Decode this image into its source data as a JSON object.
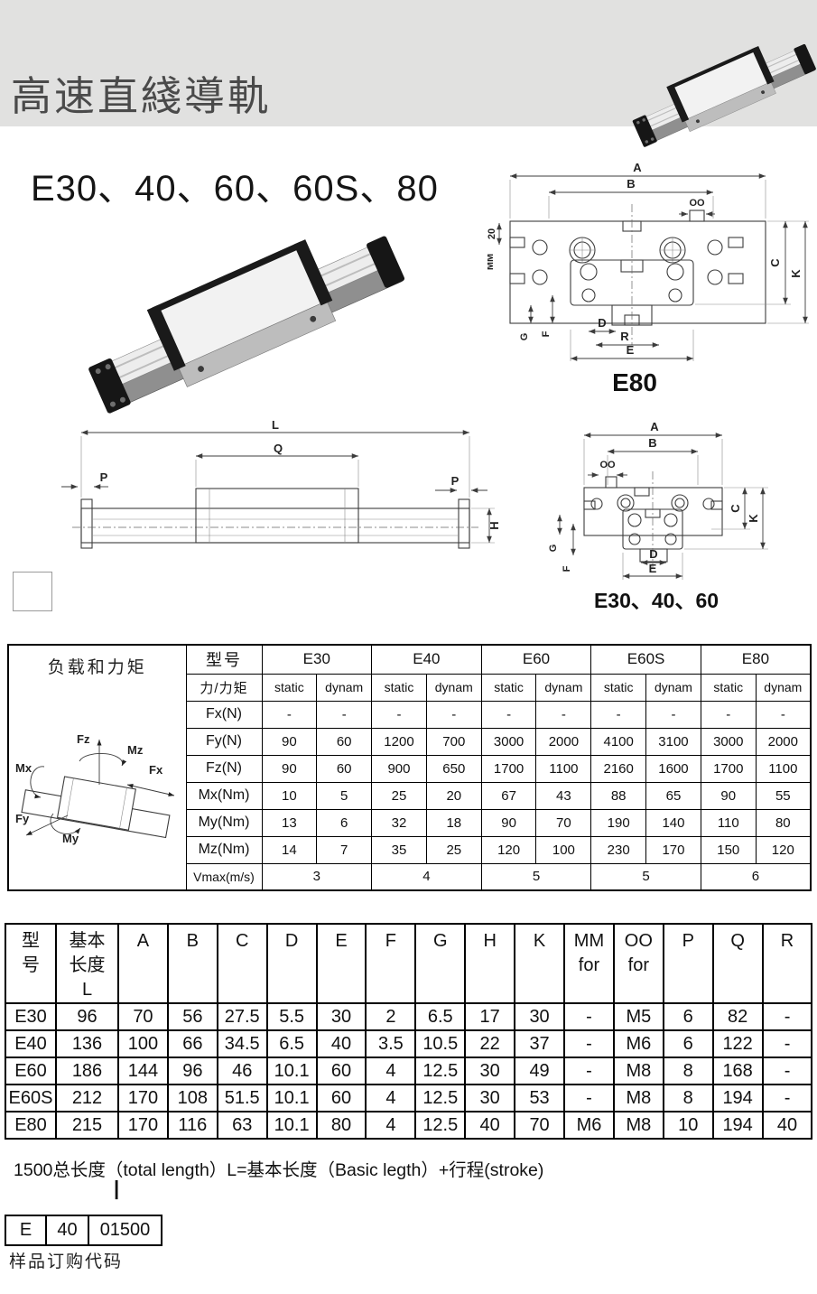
{
  "header": {
    "title": "高速直綫導軌",
    "models_heading": "E30、40、60、60S、80"
  },
  "dim_labels": {
    "A": "A",
    "B": "B",
    "C": "C",
    "D": "D",
    "E": "E",
    "F": "F",
    "G": "G",
    "H": "H",
    "K": "K",
    "L": "L",
    "P": "P",
    "Q": "Q",
    "R": "R",
    "OO": "OO",
    "MM": "MM",
    "twenty": "20"
  },
  "drawing_captions": {
    "e80": "E80",
    "e304060": "E30、40、60"
  },
  "load_diagram": {
    "title": "负载和力矩",
    "labels": {
      "Fx": "Fx",
      "Fy": "Fy",
      "Fz": "Fz",
      "Mx": "Mx",
      "My": "My",
      "Mz": "Mz"
    }
  },
  "load_table": {
    "col_model": "型号",
    "col_force": "力/力矩",
    "models": [
      "E30",
      "E40",
      "E60",
      "E60S",
      "E80"
    ],
    "sub": [
      "static",
      "dynam"
    ],
    "rows": [
      {
        "label": "Fx(N)",
        "values": [
          "-",
          "-",
          "-",
          "-",
          "-",
          "-",
          "-",
          "-",
          "-",
          "-"
        ]
      },
      {
        "label": "Fy(N)",
        "values": [
          "90",
          "60",
          "1200",
          "700",
          "3000",
          "2000",
          "4100",
          "3100",
          "3000",
          "2000"
        ]
      },
      {
        "label": "Fz(N)",
        "values": [
          "90",
          "60",
          "900",
          "650",
          "1700",
          "1100",
          "2160",
          "1600",
          "1700",
          "1100"
        ]
      },
      {
        "label": "Mx(Nm)",
        "values": [
          "10",
          "5",
          "25",
          "20",
          "67",
          "43",
          "88",
          "65",
          "90",
          "55"
        ]
      },
      {
        "label": "My(Nm)",
        "values": [
          "13",
          "6",
          "32",
          "18",
          "90",
          "70",
          "190",
          "140",
          "110",
          "80"
        ]
      },
      {
        "label": "Mz(Nm)",
        "values": [
          "14",
          "7",
          "35",
          "25",
          "120",
          "100",
          "230",
          "170",
          "150",
          "120"
        ]
      }
    ],
    "vmax": {
      "label": "Vmax(m/s)",
      "values": [
        "3",
        "4",
        "5",
        "5",
        "6"
      ]
    }
  },
  "dim_table": {
    "headers": [
      "型\n号",
      "基本\n长度\nL",
      "A",
      "B",
      "C",
      "D",
      "E",
      "F",
      "G",
      "H",
      "K",
      "MM\nfor",
      "OO\nfor",
      "P",
      "Q",
      "R"
    ],
    "rows": [
      [
        "E30",
        "96",
        "70",
        "56",
        "27.5",
        "5.5",
        "30",
        "2",
        "6.5",
        "17",
        "30",
        "-",
        "M5",
        "6",
        "82",
        "-"
      ],
      [
        "E40",
        "136",
        "100",
        "66",
        "34.5",
        "6.5",
        "40",
        "3.5",
        "10.5",
        "22",
        "37",
        "-",
        "M6",
        "6",
        "122",
        "-"
      ],
      [
        "E60",
        "186",
        "144",
        "96",
        "46",
        "10.1",
        "60",
        "4",
        "12.5",
        "30",
        "49",
        "-",
        "M8",
        "8",
        "168",
        "-"
      ],
      [
        "E60S",
        "212",
        "170",
        "108",
        "51.5",
        "10.1",
        "60",
        "4",
        "12.5",
        "30",
        "53",
        "-",
        "M8",
        "8",
        "194",
        "-"
      ],
      [
        "E80",
        "215",
        "170",
        "116",
        "63",
        "10.1",
        "80",
        "4",
        "12.5",
        "40",
        "70",
        "M6",
        "M8",
        "10",
        "194",
        "40"
      ]
    ]
  },
  "footer": {
    "formula": "1500总长度（total length）L=基本长度（Basic legth）+行程(stroke)",
    "connector": "|",
    "code": [
      "E",
      "40",
      "01500"
    ],
    "caption": "样品订购代码"
  }
}
